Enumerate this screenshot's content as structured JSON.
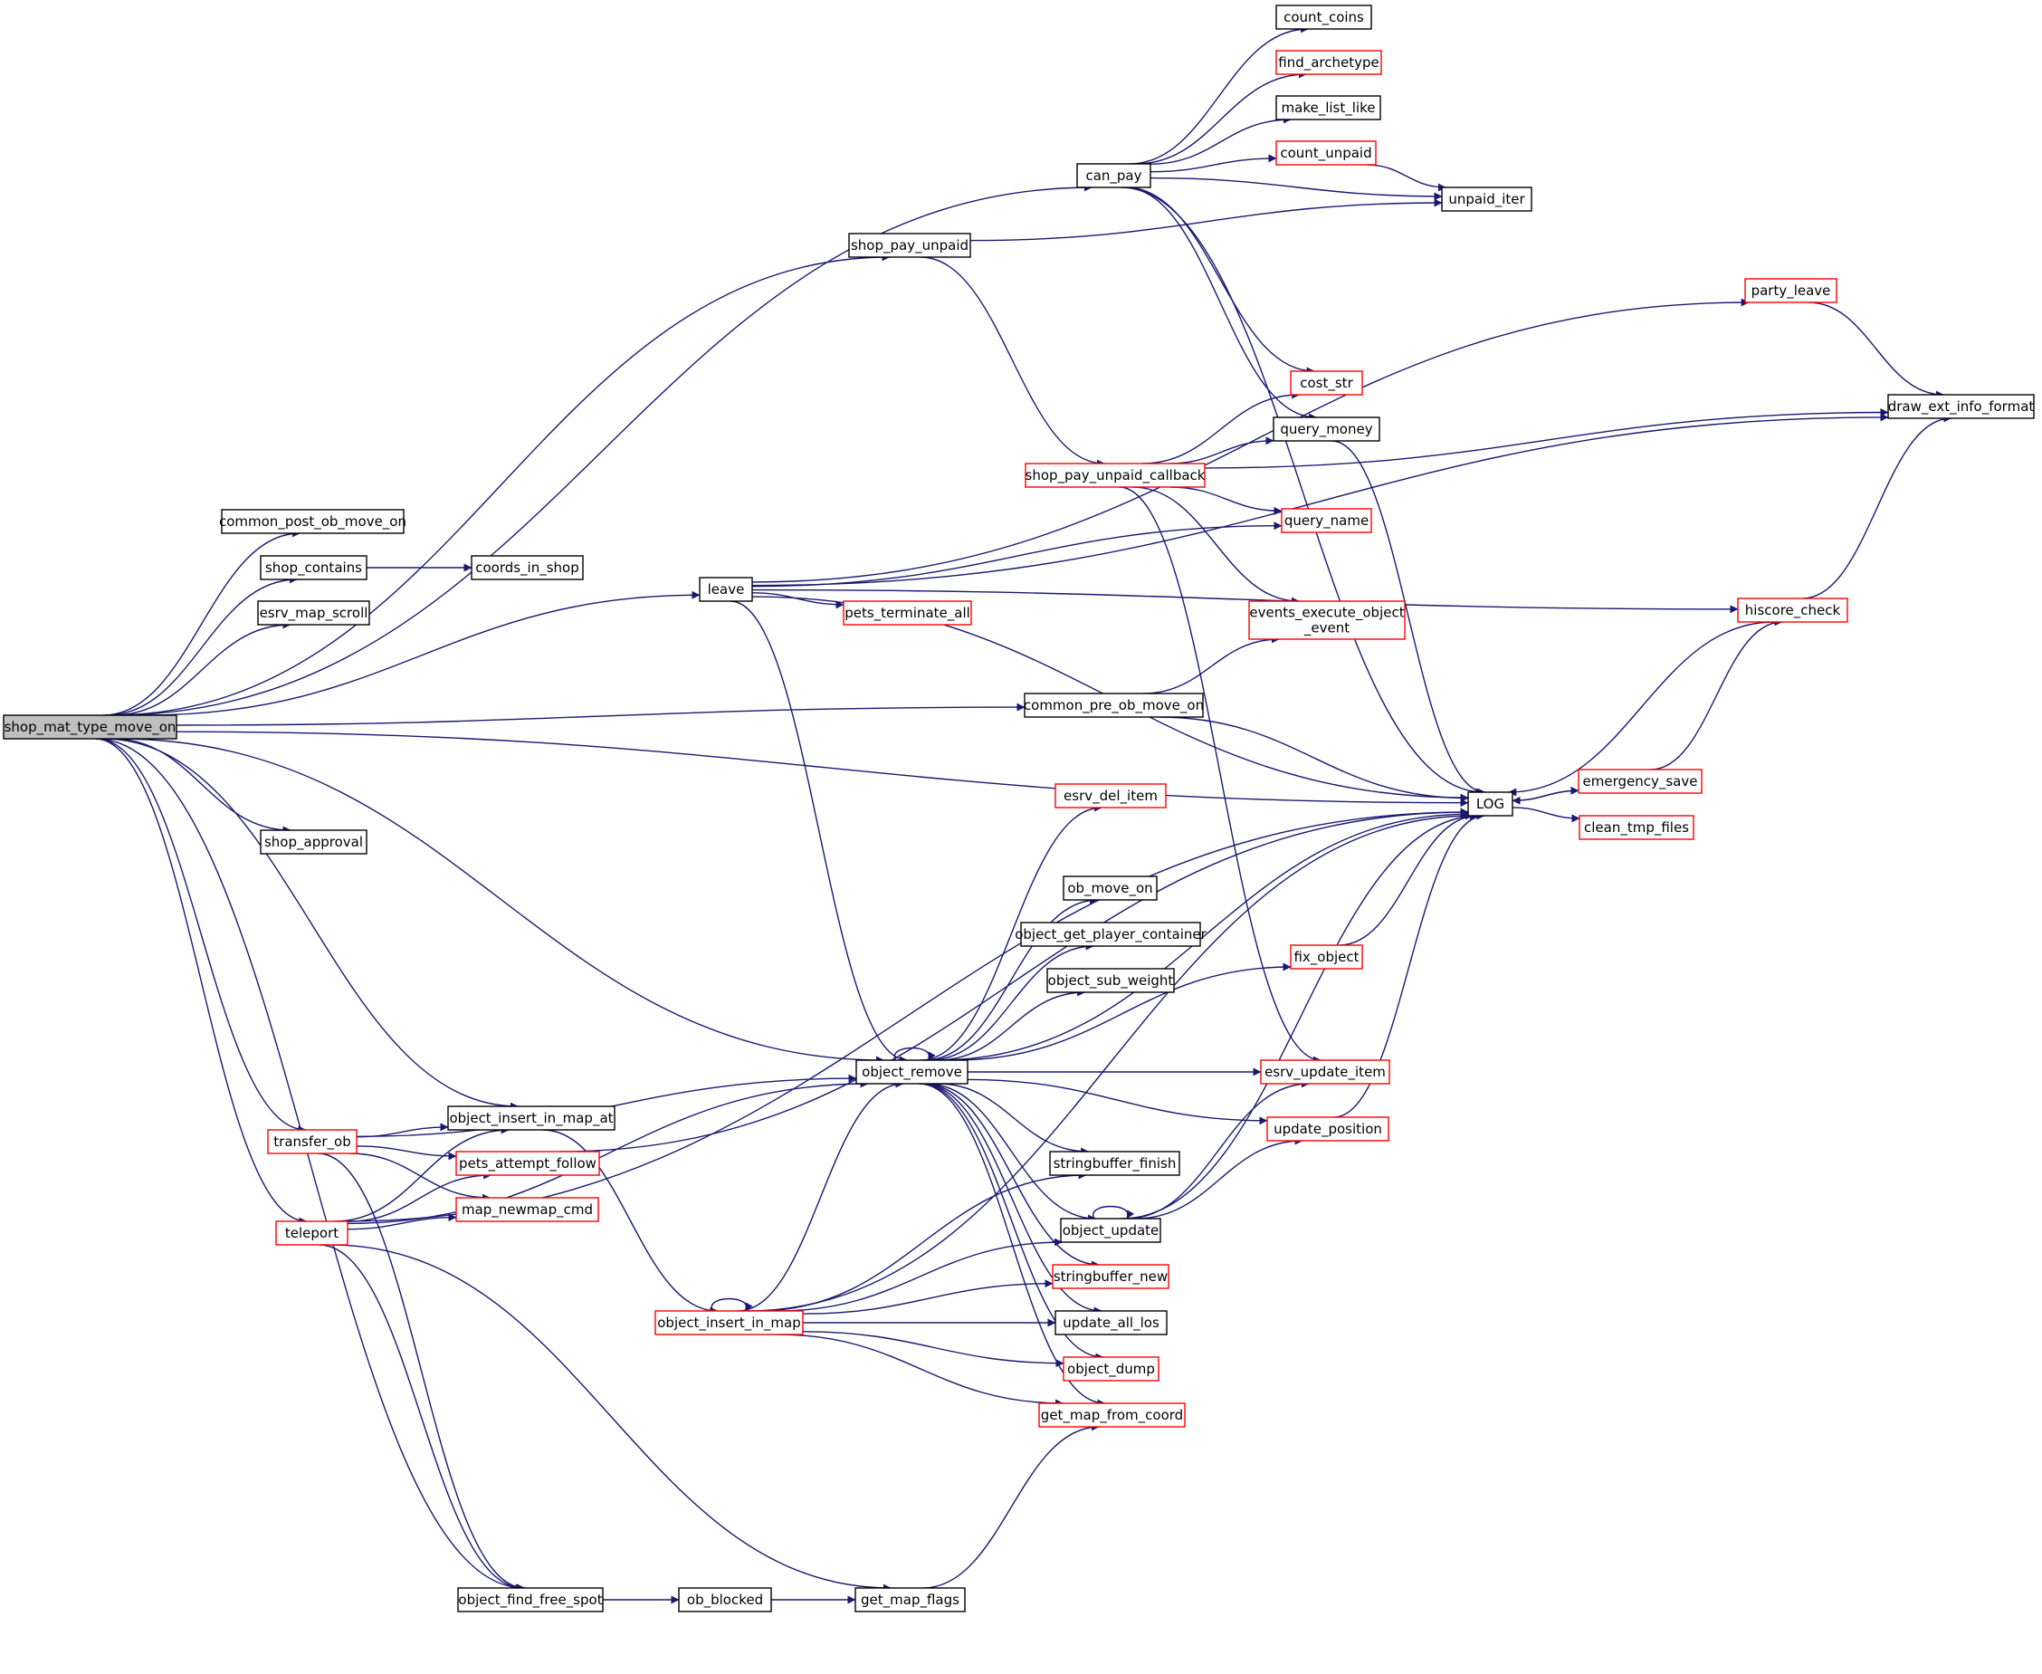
{
  "colors": {
    "edge": "#191970",
    "documented_border": "#000000",
    "undocumented_border": "#ff0000",
    "root_fill": "#bfbfbf",
    "node_fill": "#ffffff"
  },
  "nodes": [
    {
      "id": "shop_mat_type_move_on",
      "label": "shop_mat_type_move_on",
      "style": "root"
    },
    {
      "id": "can_pay",
      "label": "can_pay",
      "style": "black"
    },
    {
      "id": "count_coins",
      "label": "count_coins",
      "style": "black"
    },
    {
      "id": "find_archetype",
      "label": "find_archetype",
      "style": "red"
    },
    {
      "id": "make_list_like",
      "label": "make_list_like",
      "style": "black"
    },
    {
      "id": "count_unpaid",
      "label": "count_unpaid",
      "style": "red"
    },
    {
      "id": "unpaid_iter",
      "label": "unpaid_iter",
      "style": "black"
    },
    {
      "id": "shop_pay_unpaid",
      "label": "shop_pay_unpaid",
      "style": "black"
    },
    {
      "id": "party_leave",
      "label": "party_leave",
      "style": "red"
    },
    {
      "id": "draw_ext_info_format",
      "label": "draw_ext_info_format",
      "style": "black"
    },
    {
      "id": "cost_str",
      "label": "cost_str",
      "style": "red"
    },
    {
      "id": "query_money",
      "label": "query_money",
      "style": "black"
    },
    {
      "id": "shop_pay_unpaid_callback",
      "label": "shop_pay_unpaid_callback",
      "style": "red"
    },
    {
      "id": "query_name",
      "label": "query_name",
      "style": "red"
    },
    {
      "id": "common_post_ob_move_on",
      "label": "common_post_ob_move_on",
      "style": "black"
    },
    {
      "id": "shop_contains",
      "label": "shop_contains",
      "style": "black"
    },
    {
      "id": "coords_in_shop",
      "label": "coords_in_shop",
      "style": "black"
    },
    {
      "id": "leave",
      "label": "leave",
      "style": "black"
    },
    {
      "id": "pets_terminate_all",
      "label": "pets_terminate_all",
      "style": "red"
    },
    {
      "id": "esrv_map_scroll",
      "label": "esrv_map_scroll",
      "style": "black"
    },
    {
      "id": "events_execute_object_event",
      "label": [
        "events_execute_object",
        "_event"
      ],
      "style": "red"
    },
    {
      "id": "hiscore_check",
      "label": "hiscore_check",
      "style": "red"
    },
    {
      "id": "common_pre_ob_move_on",
      "label": "common_pre_ob_move_on",
      "style": "black"
    },
    {
      "id": "emergency_save",
      "label": "emergency_save",
      "style": "red"
    },
    {
      "id": "LOG",
      "label": "LOG",
      "style": "black"
    },
    {
      "id": "clean_tmp_files",
      "label": "clean_tmp_files",
      "style": "red"
    },
    {
      "id": "esrv_del_item",
      "label": "esrv_del_item",
      "style": "red"
    },
    {
      "id": "shop_approval",
      "label": "shop_approval",
      "style": "black"
    },
    {
      "id": "ob_move_on",
      "label": "ob_move_on",
      "style": "black"
    },
    {
      "id": "object_get_player_container",
      "label": "object_get_player_container",
      "style": "black"
    },
    {
      "id": "fix_object",
      "label": "fix_object",
      "style": "red"
    },
    {
      "id": "object_sub_weight",
      "label": "object_sub_weight",
      "style": "black"
    },
    {
      "id": "object_remove",
      "label": "object_remove",
      "style": "black"
    },
    {
      "id": "esrv_update_item",
      "label": "esrv_update_item",
      "style": "red"
    },
    {
      "id": "object_insert_in_map_at",
      "label": "object_insert_in_map_at",
      "style": "black"
    },
    {
      "id": "update_position",
      "label": "update_position",
      "style": "red"
    },
    {
      "id": "transfer_ob",
      "label": "transfer_ob",
      "style": "red"
    },
    {
      "id": "pets_attempt_follow",
      "label": "pets_attempt_follow",
      "style": "red"
    },
    {
      "id": "stringbuffer_finish",
      "label": "stringbuffer_finish",
      "style": "black"
    },
    {
      "id": "map_newmap_cmd",
      "label": "map_newmap_cmd",
      "style": "red"
    },
    {
      "id": "teleport",
      "label": "teleport",
      "style": "red"
    },
    {
      "id": "object_update",
      "label": "object_update",
      "style": "black"
    },
    {
      "id": "stringbuffer_new",
      "label": "stringbuffer_new",
      "style": "red"
    },
    {
      "id": "object_insert_in_map",
      "label": "object_insert_in_map",
      "style": "red"
    },
    {
      "id": "update_all_los",
      "label": "update_all_los",
      "style": "black"
    },
    {
      "id": "object_dump",
      "label": "object_dump",
      "style": "red"
    },
    {
      "id": "get_map_from_coord",
      "label": "get_map_from_coord",
      "style": "red"
    },
    {
      "id": "object_find_free_spot",
      "label": "object_find_free_spot",
      "style": "black"
    },
    {
      "id": "ob_blocked",
      "label": "ob_blocked",
      "style": "black"
    },
    {
      "id": "get_map_flags",
      "label": "get_map_flags",
      "style": "black"
    }
  ],
  "edges": [
    [
      "shop_mat_type_move_on",
      "can_pay"
    ],
    [
      "shop_mat_type_move_on",
      "shop_pay_unpaid"
    ],
    [
      "shop_mat_type_move_on",
      "common_post_ob_move_on"
    ],
    [
      "shop_mat_type_move_on",
      "shop_contains"
    ],
    [
      "shop_mat_type_move_on",
      "esrv_map_scroll"
    ],
    [
      "shop_mat_type_move_on",
      "leave"
    ],
    [
      "shop_mat_type_move_on",
      "common_pre_ob_move_on"
    ],
    [
      "shop_mat_type_move_on",
      "LOG"
    ],
    [
      "shop_mat_type_move_on",
      "shop_approval"
    ],
    [
      "shop_mat_type_move_on",
      "object_remove"
    ],
    [
      "shop_mat_type_move_on",
      "object_insert_in_map_at"
    ],
    [
      "shop_mat_type_move_on",
      "transfer_ob"
    ],
    [
      "shop_mat_type_move_on",
      "teleport"
    ],
    [
      "shop_mat_type_move_on",
      "object_find_free_spot"
    ],
    [
      "can_pay",
      "count_coins"
    ],
    [
      "can_pay",
      "find_archetype"
    ],
    [
      "can_pay",
      "make_list_like"
    ],
    [
      "can_pay",
      "count_unpaid"
    ],
    [
      "can_pay",
      "unpaid_iter"
    ],
    [
      "can_pay",
      "cost_str"
    ],
    [
      "can_pay",
      "query_money"
    ],
    [
      "can_pay",
      "LOG"
    ],
    [
      "count_unpaid",
      "unpaid_iter"
    ],
    [
      "shop_pay_unpaid",
      "unpaid_iter"
    ],
    [
      "shop_pay_unpaid",
      "shop_pay_unpaid_callback"
    ],
    [
      "party_leave",
      "draw_ext_info_format"
    ],
    [
      "query_money",
      "LOG"
    ],
    [
      "shop_pay_unpaid_callback",
      "cost_str"
    ],
    [
      "shop_pay_unpaid_callback",
      "query_money"
    ],
    [
      "shop_pay_unpaid_callback",
      "draw_ext_info_format"
    ],
    [
      "shop_pay_unpaid_callback",
      "query_name"
    ],
    [
      "shop_pay_unpaid_callback",
      "events_execute_object_event"
    ],
    [
      "shop_pay_unpaid_callback",
      "esrv_update_item"
    ],
    [
      "shop_contains",
      "coords_in_shop"
    ],
    [
      "leave",
      "party_leave"
    ],
    [
      "leave",
      "draw_ext_info_format"
    ],
    [
      "leave",
      "query_name"
    ],
    [
      "leave",
      "hiscore_check"
    ],
    [
      "leave",
      "pets_terminate_all"
    ],
    [
      "leave",
      "LOG"
    ],
    [
      "leave",
      "object_remove"
    ],
    [
      "hiscore_check",
      "draw_ext_info_format"
    ],
    [
      "hiscore_check",
      "LOG"
    ],
    [
      "common_pre_ob_move_on",
      "events_execute_object_event"
    ],
    [
      "common_pre_ob_move_on",
      "LOG"
    ],
    [
      "emergency_save",
      "hiscore_check"
    ],
    [
      "emergency_save",
      "LOG"
    ],
    [
      "LOG",
      "emergency_save"
    ],
    [
      "LOG",
      "clean_tmp_files"
    ],
    [
      "fix_object",
      "LOG"
    ],
    [
      "object_remove",
      "object_remove"
    ],
    [
      "object_remove",
      "esrv_del_item"
    ],
    [
      "object_remove",
      "LOG"
    ],
    [
      "object_remove",
      "ob_move_on"
    ],
    [
      "object_remove",
      "object_get_player_container"
    ],
    [
      "object_remove",
      "object_sub_weight"
    ],
    [
      "object_remove",
      "fix_object"
    ],
    [
      "object_remove",
      "esrv_update_item"
    ],
    [
      "object_remove",
      "update_position"
    ],
    [
      "object_remove",
      "stringbuffer_finish"
    ],
    [
      "object_remove",
      "object_update"
    ],
    [
      "object_remove",
      "stringbuffer_new"
    ],
    [
      "object_remove",
      "update_all_los"
    ],
    [
      "object_remove",
      "object_dump"
    ],
    [
      "object_remove",
      "get_map_from_coord"
    ],
    [
      "object_insert_in_map_at",
      "object_insert_in_map"
    ],
    [
      "update_position",
      "LOG"
    ],
    [
      "transfer_ob",
      "object_remove"
    ],
    [
      "transfer_ob",
      "object_insert_in_map_at"
    ],
    [
      "transfer_ob",
      "pets_attempt_follow"
    ],
    [
      "transfer_ob",
      "map_newmap_cmd"
    ],
    [
      "transfer_ob",
      "object_find_free_spot"
    ],
    [
      "pets_attempt_follow",
      "LOG"
    ],
    [
      "teleport",
      "object_insert_in_map_at"
    ],
    [
      "teleport",
      "pets_attempt_follow"
    ],
    [
      "teleport",
      "map_newmap_cmd"
    ],
    [
      "teleport",
      "object_remove"
    ],
    [
      "teleport",
      "object_find_free_spot"
    ],
    [
      "teleport",
      "LOG"
    ],
    [
      "teleport",
      "get_map_flags"
    ],
    [
      "object_update",
      "object_update"
    ],
    [
      "object_update",
      "esrv_update_item"
    ],
    [
      "object_update",
      "update_position"
    ],
    [
      "object_update",
      "LOG"
    ],
    [
      "object_insert_in_map",
      "object_insert_in_map"
    ],
    [
      "object_insert_in_map",
      "object_remove"
    ],
    [
      "object_insert_in_map",
      "stringbuffer_finish"
    ],
    [
      "object_insert_in_map",
      "object_update"
    ],
    [
      "object_insert_in_map",
      "stringbuffer_new"
    ],
    [
      "object_insert_in_map",
      "update_all_los"
    ],
    [
      "object_insert_in_map",
      "object_dump"
    ],
    [
      "object_insert_in_map",
      "get_map_from_coord"
    ],
    [
      "object_insert_in_map",
      "LOG"
    ],
    [
      "object_find_free_spot",
      "ob_blocked"
    ],
    [
      "ob_blocked",
      "get_map_flags"
    ],
    [
      "get_map_flags",
      "get_map_from_coord"
    ]
  ]
}
